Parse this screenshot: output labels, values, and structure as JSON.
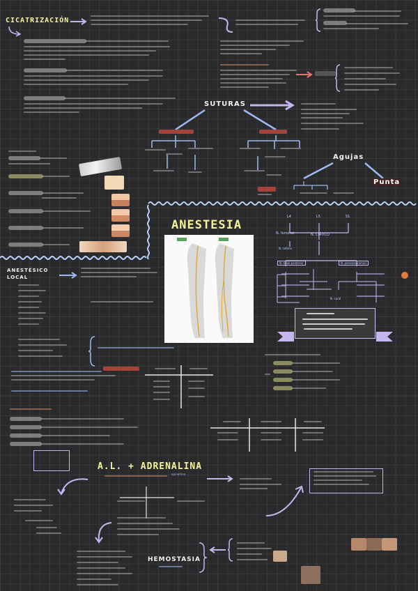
{
  "headings": {
    "cicatrizacion": "CICATRIZACIÓN",
    "suturas": "SUTURAS",
    "agujas": "Agujas",
    "punta": "Punta",
    "anestesia": "ANESTESIA",
    "anestesico_local": "ANESTÉSICO LOCAL",
    "al_adrenalina": "A.L. + ADRENALINA",
    "adrenalina_sub": "epinefrina",
    "hemostasia": "HEMOSTASIA"
  },
  "nerve_tree": {
    "roots": [
      "L4",
      "L5",
      "S1"
    ],
    "n_femoral": "N. femoral",
    "n_ciatico": "N. CIÁTICO",
    "n_safeno": "N. safeno",
    "n_tibial_posterior": "N. tibial posterior",
    "n_peroneo_comun": "N. peroneo común",
    "n_sural": "N. sural"
  },
  "colors": {
    "background": "#2a2a2c",
    "grid": "#3c3c3e",
    "title_yellow": "#f4f39b",
    "arrow_lavender": "#c5b6f0",
    "arrow_blue": "#9dbbf2",
    "pill_grey": "#7d7d7b",
    "pill_red": "#a4433a"
  },
  "icons": [
    "arrow-right-icon",
    "curved-arrow-icon",
    "brace-icon",
    "wavy-divider-icon",
    "leg-anatomy-image",
    "suture-skin-image",
    "needle-image",
    "foot-image",
    "hand-image"
  ]
}
